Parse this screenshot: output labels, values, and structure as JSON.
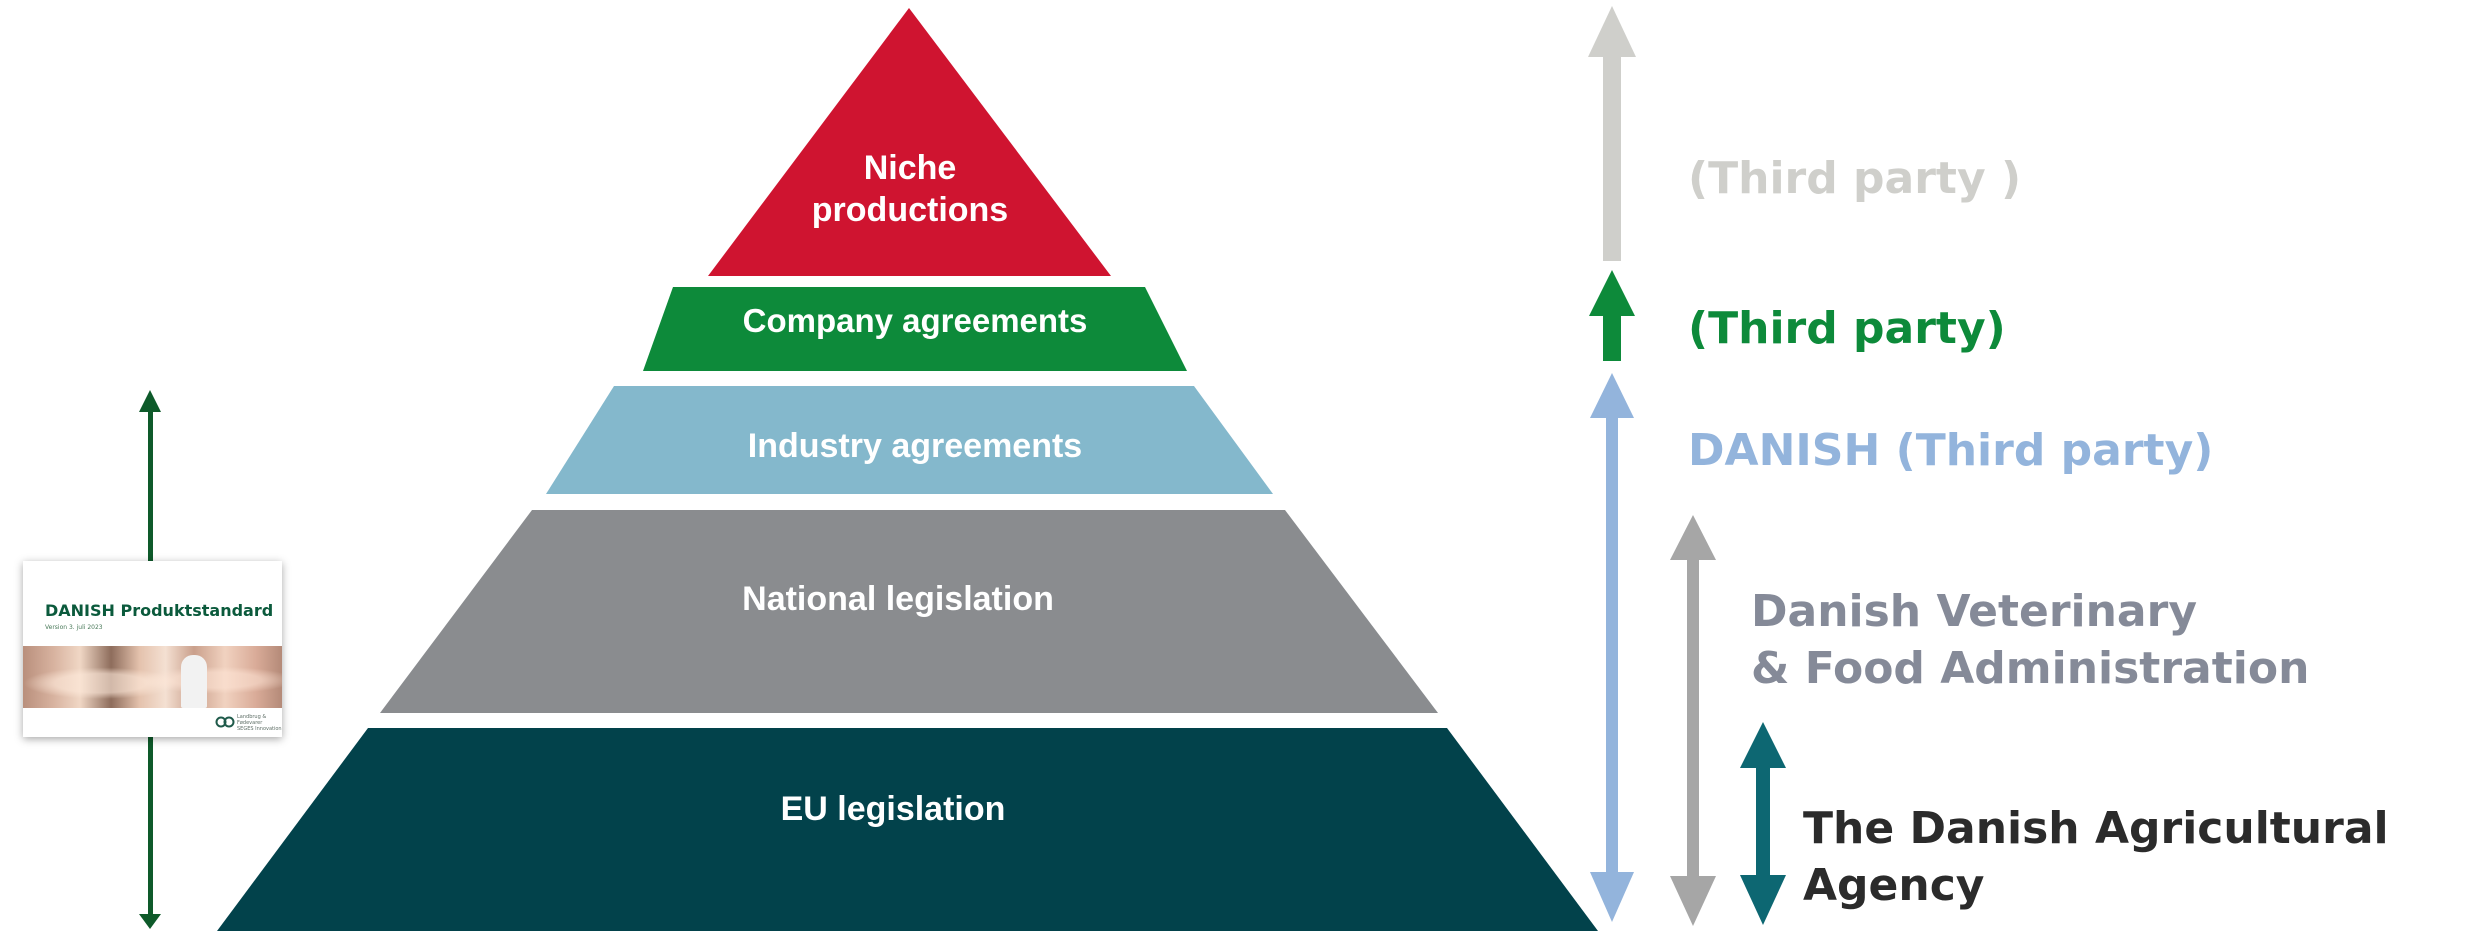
{
  "tiers": [
    {
      "label": "Niche\nproductions",
      "color": "#cf1430"
    },
    {
      "label": "Company agreements",
      "color": "#0d8a3a"
    },
    {
      "label": "Industry agreements",
      "color": "#84b8cc"
    },
    {
      "label": "National legislation",
      "color": "#8a8c8f"
    },
    {
      "label": "EU legislation",
      "color": "#02424b"
    }
  ],
  "side_labels": [
    {
      "text": "(Third party )",
      "color": "#cfcfcb"
    },
    {
      "text": "(Third party)",
      "color": "#0d8a3a"
    },
    {
      "text": "DANISH (Third party)",
      "color": "#93b4dc"
    },
    {
      "text": "Danish Veterinary\n& Food Administration",
      "color": "#858a98"
    },
    {
      "text": "The Danish Agricultural Agency",
      "color": "#2b2b2b"
    }
  ],
  "arrows": [
    {
      "name": "third-party-top-arrow",
      "color": "#cfcfcb"
    },
    {
      "name": "third-party-company-arrow",
      "color": "#0d8a3a"
    },
    {
      "name": "danish-third-party-arrow",
      "color": "#93b4dc"
    },
    {
      "name": "veterinary-food-arrow",
      "color": "#a6a6a6"
    },
    {
      "name": "agricultural-agency-arrow",
      "color": "#0d6772"
    },
    {
      "name": "document-scope-arrow",
      "color": "#0e5a2a"
    }
  ],
  "document": {
    "title": "DANISH Produktstandard",
    "version": "Version 3. juli 2023",
    "logo_text": "Landbrug & Fødevarer\nSEGES Innovation"
  }
}
